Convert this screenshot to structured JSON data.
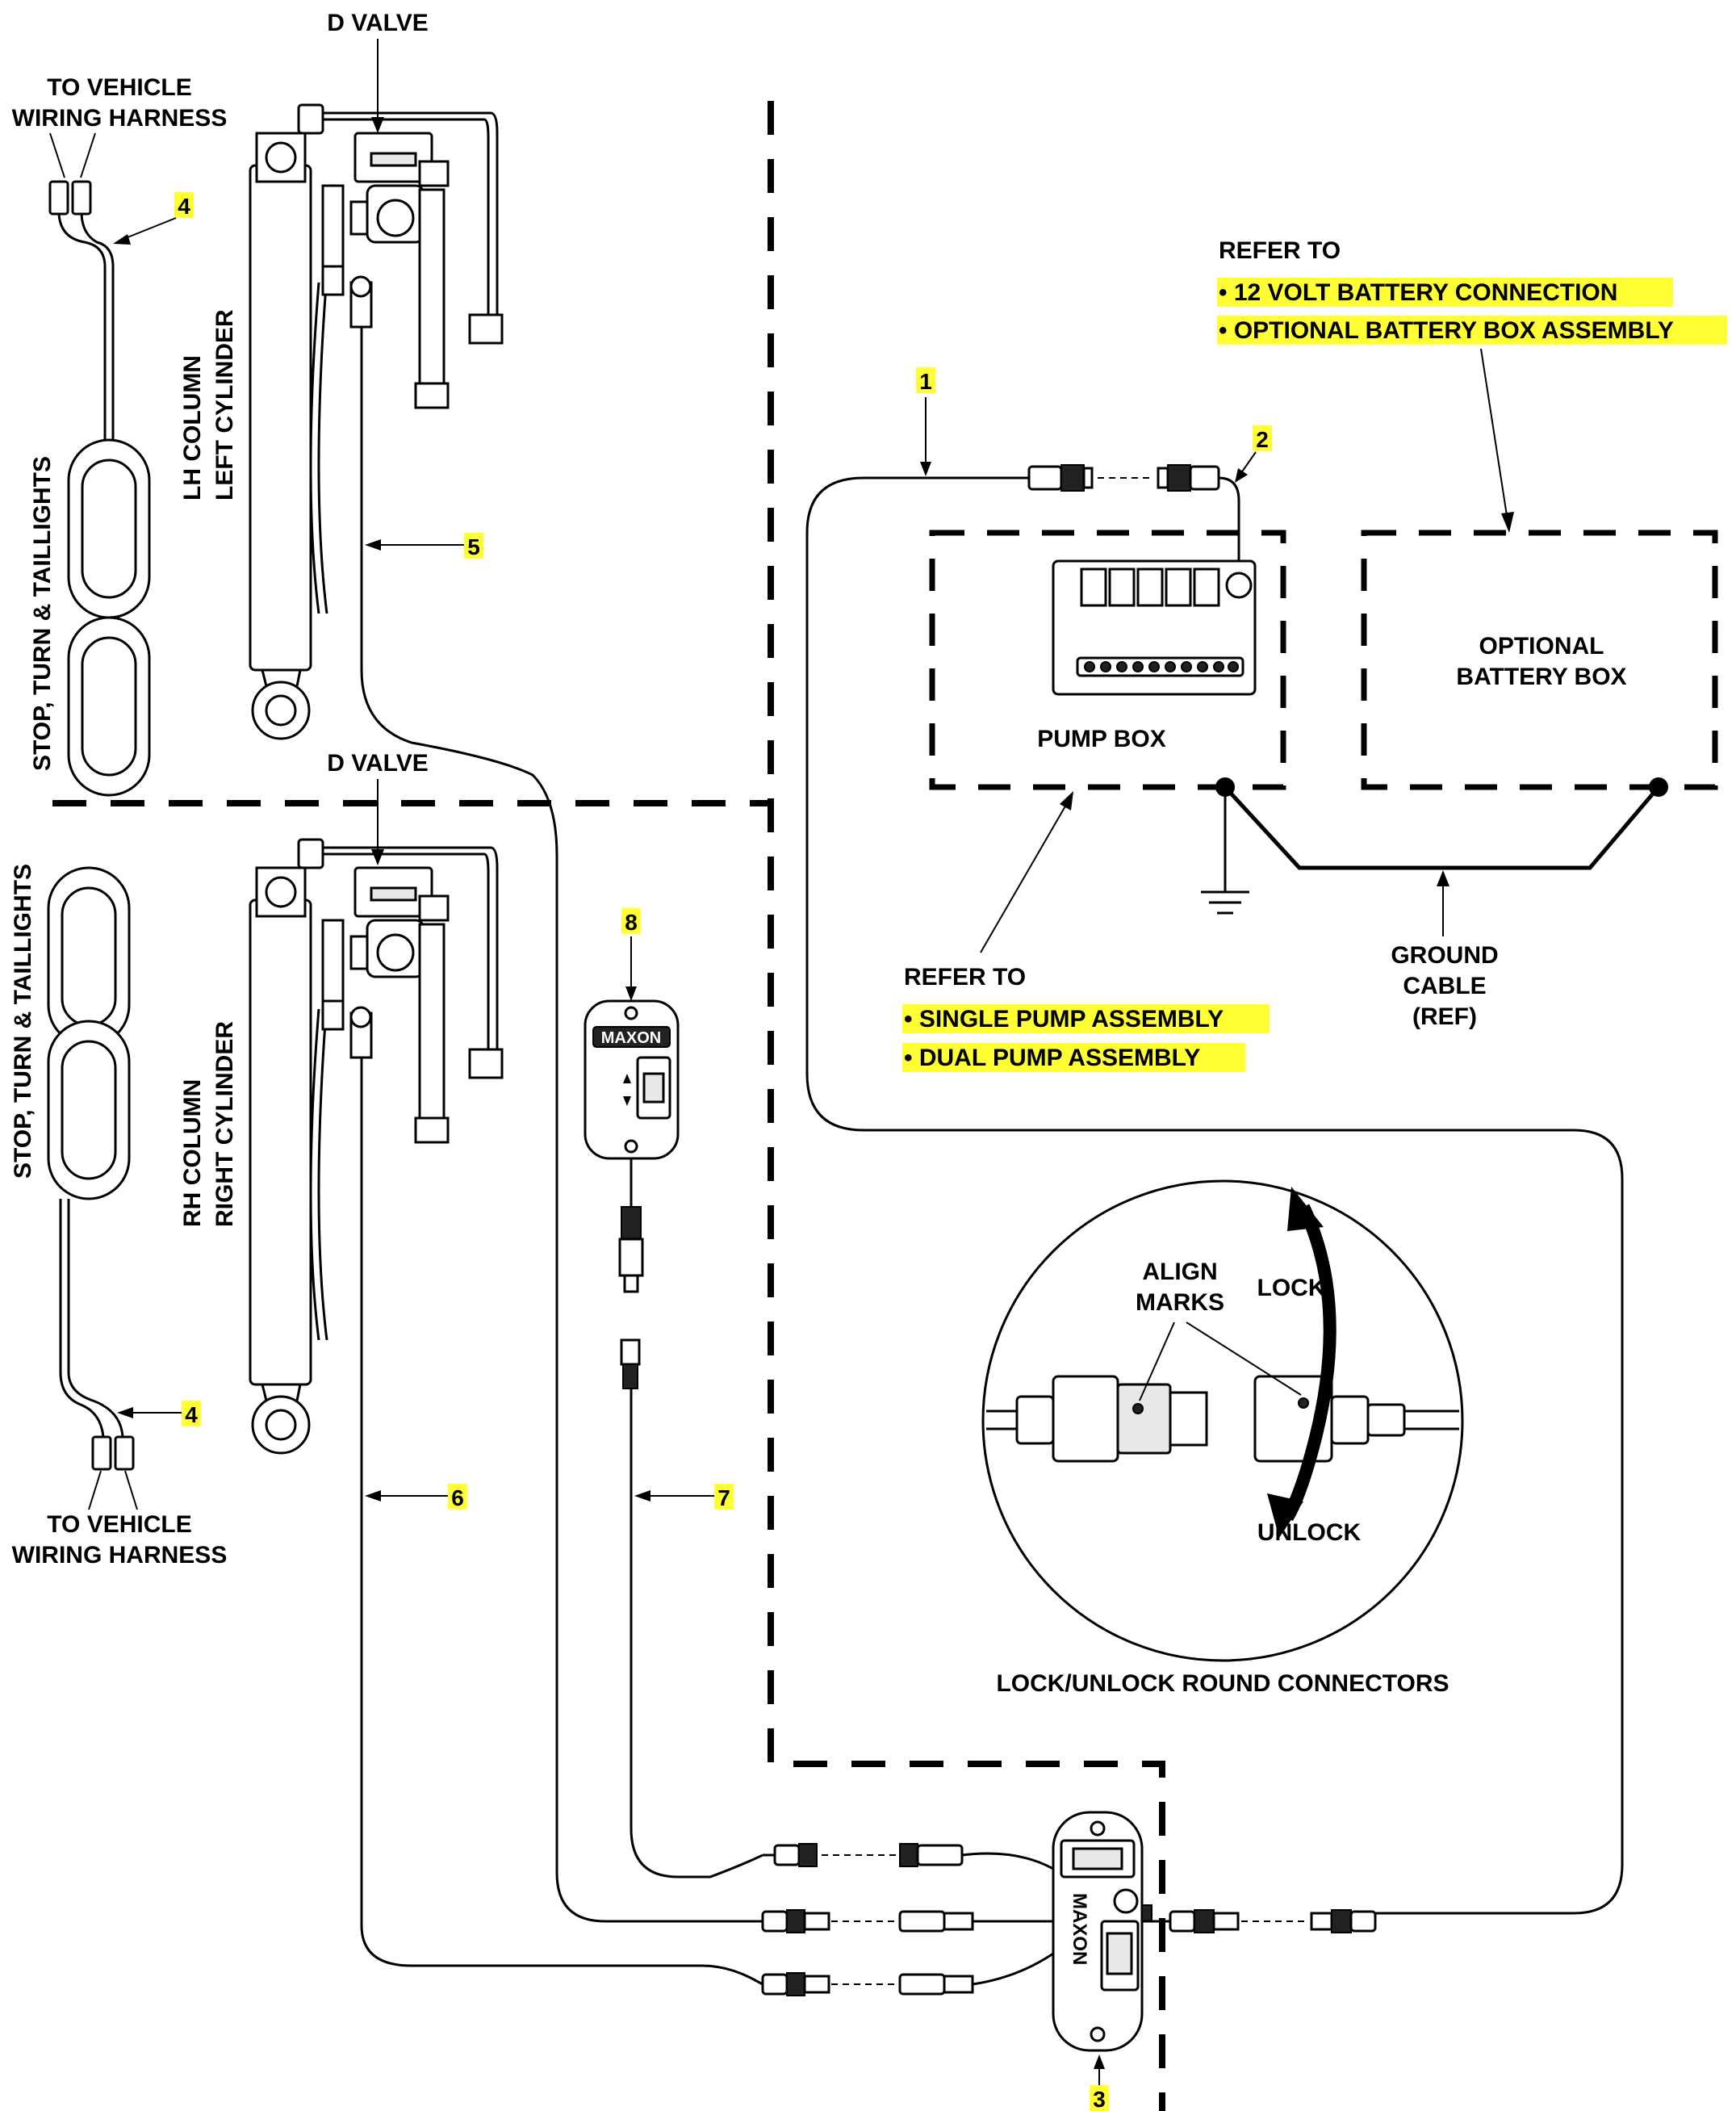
{
  "labels": {
    "d_valve_top": "D VALVE",
    "d_valve_bottom": "D VALVE",
    "to_vehicle_top_1": "TO VEHICLE",
    "to_vehicle_top_2": "WIRING HARNESS",
    "to_vehicle_bottom_1": "TO VEHICLE",
    "to_vehicle_bottom_2": "WIRING HARNESS",
    "stop_turn_top": "STOP, TURN & TAILLIGHTS",
    "stop_turn_bottom": "STOP, TURN & TAILLIGHTS",
    "lh_column_1": "LH COLUMN",
    "lh_column_2": "LEFT CYLINDER",
    "rh_column_1": "RH COLUMN",
    "rh_column_2": "RIGHT CYLINDER",
    "refer_to_top": "REFER TO",
    "battery_connection": "•   12 VOLT BATTERY CONNECTION",
    "battery_box_assembly": "•   OPTIONAL BATTERY BOX ASSEMBLY",
    "optional_battery_box_1": "OPTIONAL",
    "optional_battery_box_2": "BATTERY BOX",
    "pump_box": "PUMP BOX",
    "refer_to_bottom": "REFER TO",
    "single_pump": "•   SINGLE PUMP ASSEMBLY",
    "dual_pump": "•   DUAL PUMP ASSEMBLY",
    "ground_cable_1": "GROUND",
    "ground_cable_2": "CABLE",
    "ground_cable_3": "(REF)",
    "align_marks_1": "ALIGN",
    "align_marks_2": "MARKS",
    "lock": "LOCK",
    "unlock": "UNLOCK",
    "lock_unlock_title": "LOCK/UNLOCK ROUND CONNECTORS",
    "maxon_logo": "MAXON",
    "maxon_logo_bottom": "MAXON"
  },
  "callouts": {
    "c1": "1",
    "c2": "2",
    "c3": "3",
    "c4_top": "4",
    "c4_bottom": "4",
    "c5": "5",
    "c6": "6",
    "c7": "7",
    "c8": "8"
  },
  "colors": {
    "highlight": "#ffff33",
    "line": "#000000"
  }
}
